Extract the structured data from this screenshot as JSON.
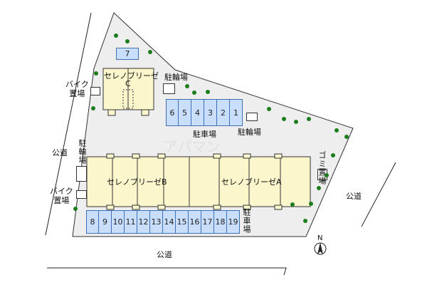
{
  "buildings": [
    {
      "name": "セレノブリーゼ",
      "letter": "C"
    },
    {
      "name": "セレノブリーゼB"
    },
    {
      "name": "セレノブリーゼA"
    }
  ],
  "parking": {
    "label": "駐車場",
    "label_vertical": "駐車場",
    "space_7": "7",
    "upper_spaces": [
      "6",
      "5",
      "4",
      "3",
      "2",
      "1"
    ],
    "lower_spaces": [
      "8",
      "9",
      "10",
      "11",
      "12",
      "13",
      "14",
      "15",
      "16",
      "17",
      "18",
      "19"
    ]
  },
  "labels": {
    "bicycle_top": "駐輪場",
    "bicycle_right": "駐輪場",
    "bicycle_left": "駐輪場",
    "bike_top_line1": "バイク",
    "bike_top_line2": "置場",
    "bike_bottom_line1": "バイク",
    "bike_bottom_line2": "置場",
    "garbage": "ゴミ置場",
    "road_left": "公道",
    "road_right": "公道",
    "road_bottom": "公道",
    "north": "N"
  },
  "colors": {
    "building_fill": "#fbf6cc",
    "parking_fill": "#c9defa",
    "parking_border": "#3c6fb4",
    "lot_fill": "#eeeeee",
    "tree": "#1c7d1c"
  }
}
